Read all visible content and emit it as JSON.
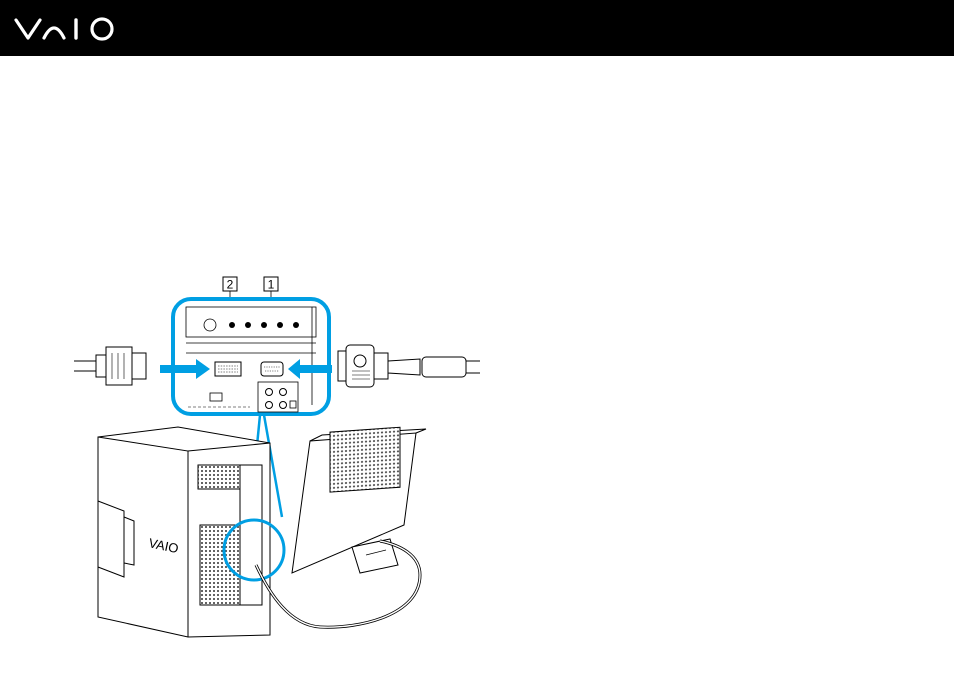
{
  "header": {
    "brand_logo": "VAIO",
    "background": "#000000",
    "logo_color": "#ffffff"
  },
  "illustration": {
    "callouts": [
      {
        "label": "2"
      },
      {
        "label": "1"
      }
    ],
    "highlight_color": "#009fe3",
    "arrow_color": "#009fe3"
  }
}
